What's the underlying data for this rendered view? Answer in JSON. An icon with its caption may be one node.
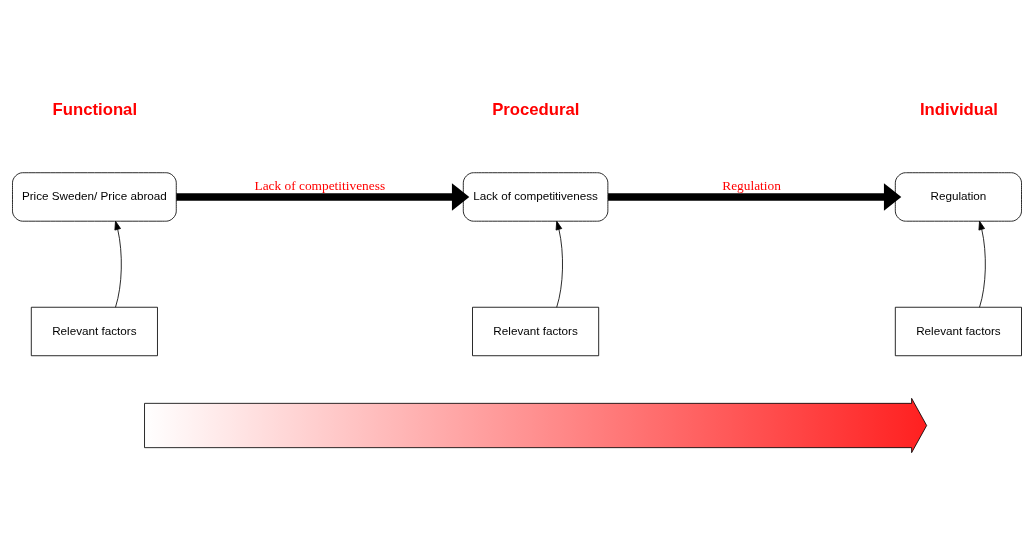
{
  "diagram": {
    "nodes": [
      {
        "text": [
          "Price Sweden/ Price abroad"
        ]
      },
      {
        "text": [
          "Lack of competitiveness"
        ]
      },
      {
        "text": [
          "Regulation"
        ]
      },
      {
        "text": [
          "Relevant factors"
        ]
      },
      {
        "text": [
          "Relevant factors"
        ]
      },
      {
        "text": [
          "Relevant factors"
        ]
      },
      {
        "text": [],
        "shape": "arrow"
      }
    ],
    "edges": [
      {
        "from": 0,
        "to": 1,
        "arrow": "to",
        "style": "thick",
        "label": "Lack of competitiveness"
      },
      {
        "from": 1,
        "to": 2,
        "arrow": "to",
        "style": "thick",
        "label": "Regulation"
      },
      {
        "from": 3,
        "to": 0,
        "arrow": "to"
      },
      {
        "from": 4,
        "to": 1,
        "arrow": "to"
      },
      {
        "from": 5,
        "to": 2,
        "arrow": "to"
      }
    ],
    "labels": [
      "Functional",
      "Procedural",
      "Individual"
    ]
  }
}
